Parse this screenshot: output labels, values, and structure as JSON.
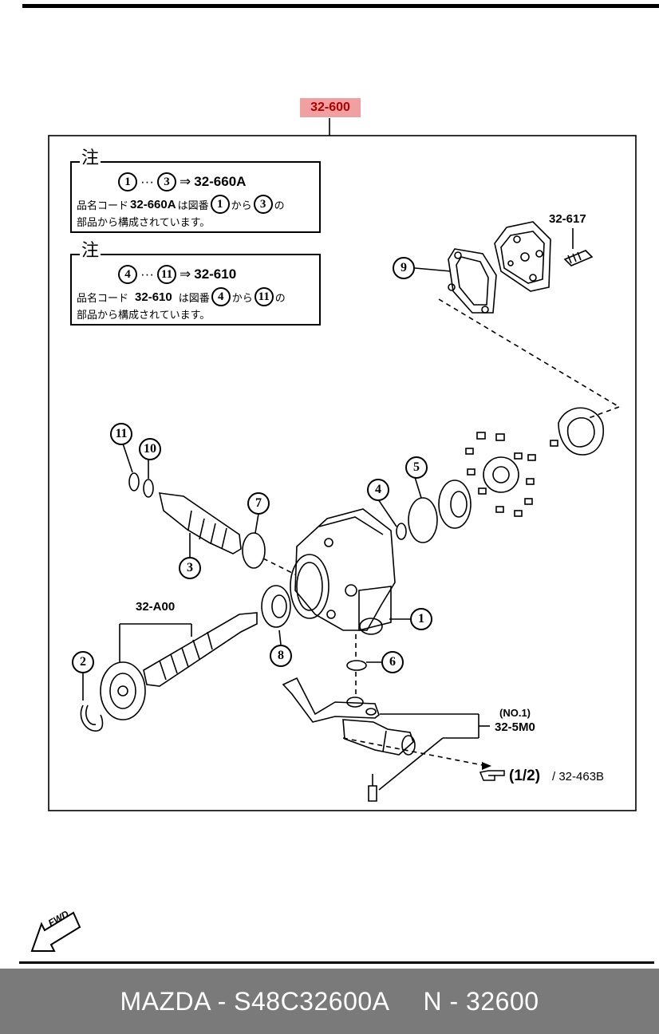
{
  "assembly_code": "32-600",
  "notes": [
    {
      "title": "注",
      "range_start": "1",
      "range_end": "3",
      "arrow": "⇒",
      "target_code": "32-660A",
      "line2_prefix": "品名コード",
      "line2_code": "32-660A",
      "line2_mid": "は図番",
      "line2_from": "1",
      "line2_kara": "から",
      "line2_to": "3",
      "line2_suffix": "の",
      "line3": "部品から構成されています。"
    },
    {
      "title": "注",
      "range_start": "4",
      "range_end": "11",
      "arrow": "⇒",
      "target_code": "32-610",
      "line2_prefix": "品名コード",
      "line2_code": "32-610",
      "line2_mid": "は図番",
      "line2_from": "4",
      "line2_kara": "から",
      "line2_to": "11",
      "line2_suffix": "の",
      "line3": "部品から構成されています。"
    }
  ],
  "callouts": [
    "1",
    "2",
    "3",
    "4",
    "5",
    "6",
    "7",
    "8",
    "9",
    "10",
    "11"
  ],
  "part_labels": {
    "bolt": "32-617",
    "shaft": "32-A00",
    "bracket_no": "(NO.1)",
    "bracket": "32-5M0",
    "ref_page": "(1/2)",
    "ref_code": "/ 32-463B"
  },
  "fwd_label": "FWD",
  "footer": {
    "left": "MAZDA - S48C32600A",
    "right": "N - 32600"
  },
  "colors": {
    "tag_bg": "#f0a0a0",
    "tag_text": "#b00000",
    "footer_bg": "#7a7a7a"
  }
}
